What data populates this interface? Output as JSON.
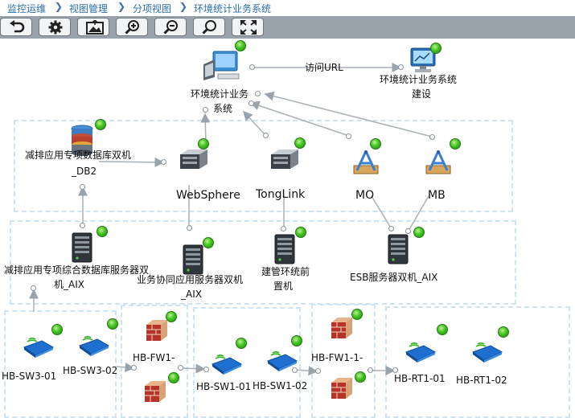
{
  "breadcrumb": [
    "监控运维",
    "视图管理",
    "分项视图",
    "环境统计业务系统"
  ],
  "toolbar": [
    "undo-icon",
    "gear-icon",
    "image-icon",
    "zoom-in-icon",
    "zoom-out-icon",
    "search-icon",
    "fullscreen-icon"
  ],
  "nodes": {
    "biz_system": "环境统计业务系统",
    "biz_system_line1": "环境统计业务",
    "biz_system_line2": "系统",
    "build": "环境统计业务系统",
    "build_line2": "建设",
    "db2_line1": "减排应用专项数据库双机",
    "db2_line2": "_DB2",
    "websphere": "WebSphere",
    "tonglink": "TongLink",
    "mo": "MO",
    "mb": "MB",
    "zh_line1": "减排应用专项综合数据库服务器双",
    "zh_line2": "机_AIX",
    "yw_line1": "业务协同应用服务器双机",
    "yw_line2": "_AIX",
    "jg_line1": "建管环统前",
    "jg_line2": "置机",
    "esb": "ESB服务器双机_AIX",
    "sw3_01": "HB-SW3-01",
    "sw3_02": "HB-SW3-02",
    "fw1": "HB-FW1-",
    "sw1_01": "HB-SW1-01",
    "sw1_02": "HB-SW1-02",
    "fw1_1": "HB-FW1-1-",
    "rt1_01": "HB-RT1-01",
    "rt1_02": "HB-RT1-02"
  },
  "edge_label": "访问URL",
  "colors": {
    "breadcrumb": "#2a6fb0",
    "toolbar": "#9aa3ab",
    "status_ok": "#43c321",
    "group_border": "#cfe4f2"
  }
}
